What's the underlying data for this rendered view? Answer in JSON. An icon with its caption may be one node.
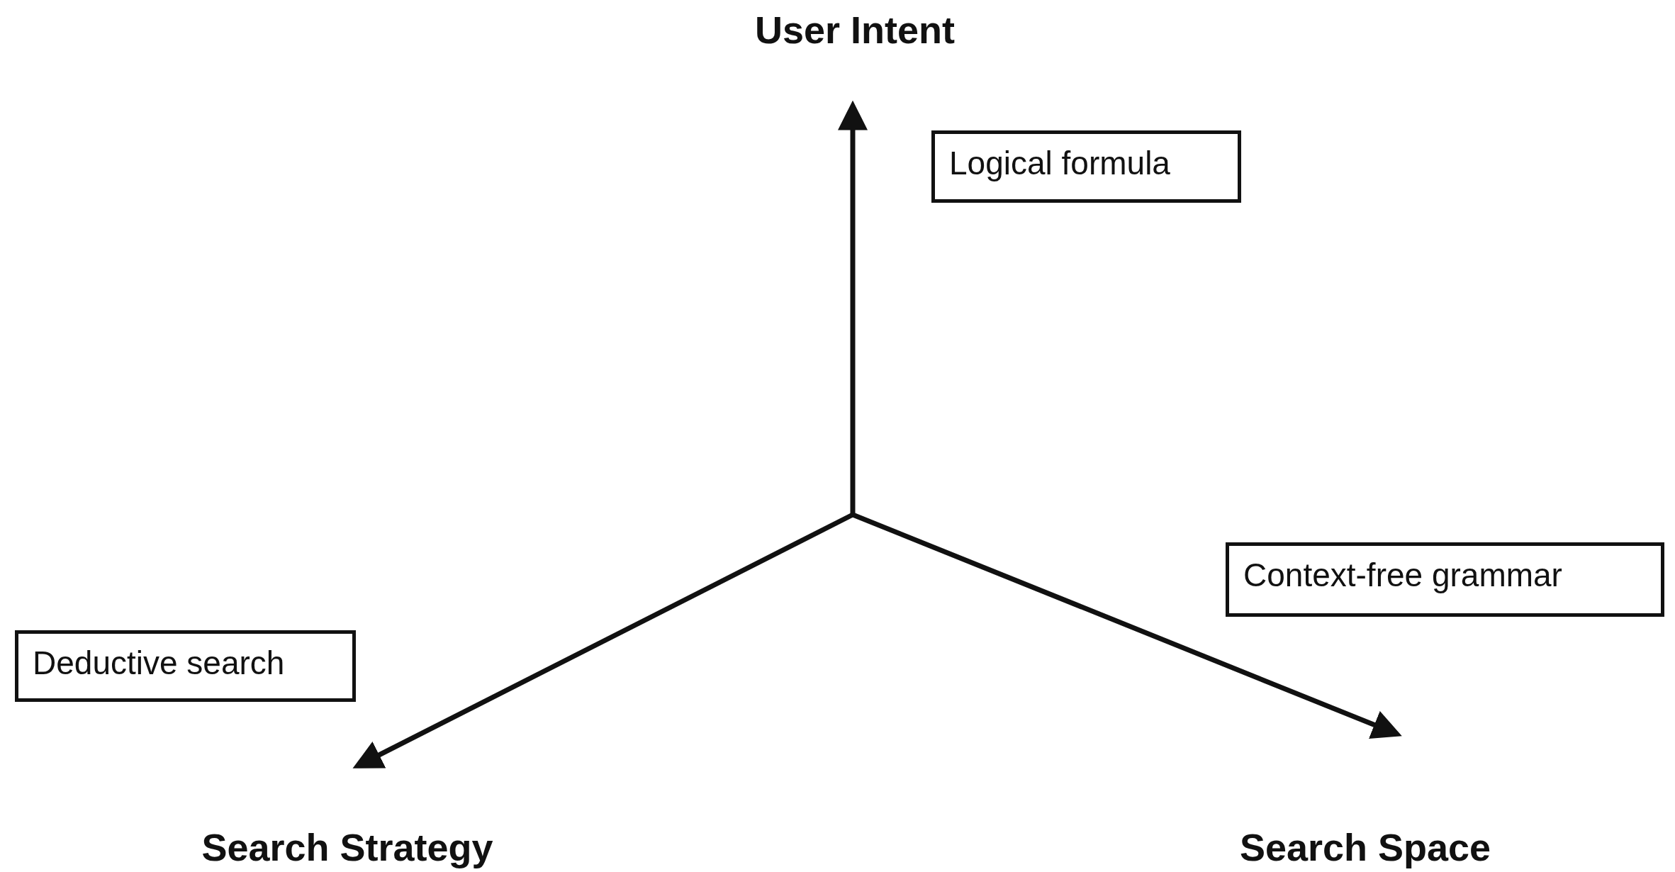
{
  "diagram": {
    "nodes": [
      {
        "text": [
          "Logical formula"
        ]
      },
      {
        "text": [
          "Context-free grammar"
        ]
      },
      {
        "text": [
          "Deductive search"
        ]
      }
    ],
    "labels": [
      "User Intent",
      "Search Strategy",
      "Search Space"
    ]
  }
}
